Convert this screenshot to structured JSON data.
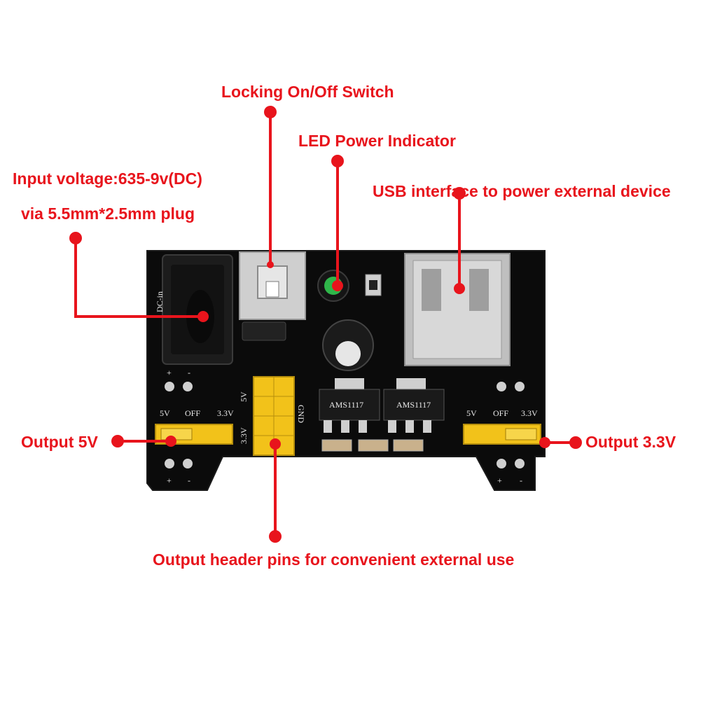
{
  "callouts": {
    "switch": "Locking On/Off Switch",
    "led": "LED Power Indicator",
    "input_line1": "Input voltage:635-9v(DC)",
    "input_line2": "via 5.5mm*2.5mm plug",
    "usb": "USB interface to power external device",
    "out5v": "Output 5V",
    "out33v": "Output 3.3V",
    "header": "Output header pins for convenient external use"
  },
  "board": {
    "dc_in": "DC-in",
    "left_5v": "5V",
    "left_off": "OFF",
    "left_33v": "3.3V",
    "right_5v": "5V",
    "right_off": "OFF",
    "right_33v": "3.3V",
    "header_5v": "5V",
    "header_33v": "3.3V",
    "header_gnd": "GND",
    "plus": "+",
    "minus": "-",
    "reg1": "AMS1117",
    "reg2": "AMS1117"
  },
  "colors": {
    "accent": "#e8141c",
    "board": "#0b0b0b",
    "jumper": "#f2c21a",
    "led": "#2fb64a"
  }
}
